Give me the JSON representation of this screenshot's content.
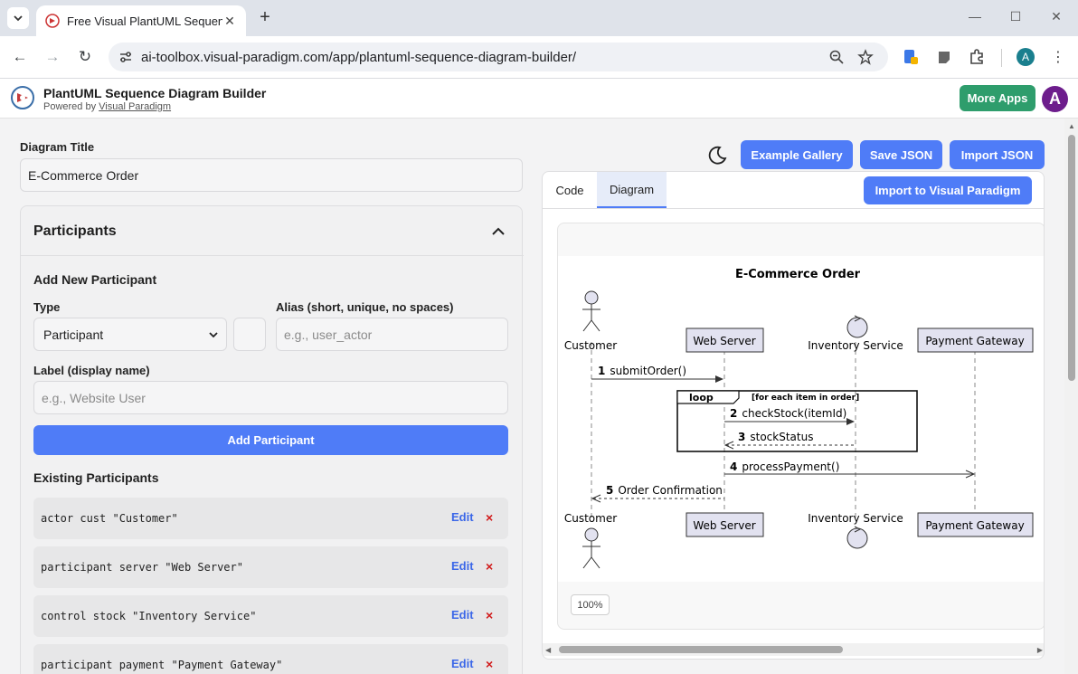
{
  "browser": {
    "tab_title": "Free Visual PlantUML Sequence",
    "url": "ai-toolbox.visual-paradigm.com/app/plantuml-sequence-diagram-builder/",
    "profile_initial": "A"
  },
  "header": {
    "title": "PlantUML Sequence Diagram Builder",
    "powered_prefix": "Powered by ",
    "powered_link": "Visual Paradigm",
    "more_apps": "More Apps",
    "avatar_initial": "A"
  },
  "form": {
    "diagram_title_label": "Diagram Title",
    "diagram_title_value": "E-Commerce Order"
  },
  "participants": {
    "title": "Participants",
    "add_new_title": "Add New Participant",
    "type_label": "Type",
    "type_value": "Participant",
    "alias_label": "Alias (short, unique, no spaces)",
    "alias_placeholder": "e.g., user_actor",
    "label_label": "Label (display name)",
    "label_placeholder": "e.g., Website User",
    "add_button": "Add Participant",
    "existing_title": "Existing Participants",
    "edit_label": "Edit",
    "delete_label": "×",
    "existing": [
      {
        "code": "actor cust \"Customer\""
      },
      {
        "code": "participant server \"Web Server\""
      },
      {
        "code": "control stock \"Inventory Service\""
      },
      {
        "code": "participant payment \"Payment Gateway\""
      }
    ]
  },
  "toolbar": {
    "example_gallery": "Example Gallery",
    "save_json": "Save JSON",
    "import_json": "Import JSON"
  },
  "viewer": {
    "tab_code": "Code",
    "tab_diagram": "Diagram",
    "import_vp": "Import to Visual Paradigm",
    "zoom": "100%"
  },
  "diagram": {
    "title": "E-Commerce Order",
    "participants": [
      "Customer",
      "Web Server",
      "Inventory Service",
      "Payment Gateway"
    ],
    "loop_keyword": "loop",
    "loop_condition": "[for each item in order]",
    "messages": [
      {
        "num": "1",
        "text": "submitOrder()"
      },
      {
        "num": "2",
        "text": "checkStock(itemId)"
      },
      {
        "num": "3",
        "text": "stockStatus"
      },
      {
        "num": "4",
        "text": "processPayment()"
      },
      {
        "num": "5",
        "text": "Order Confirmation"
      }
    ]
  }
}
